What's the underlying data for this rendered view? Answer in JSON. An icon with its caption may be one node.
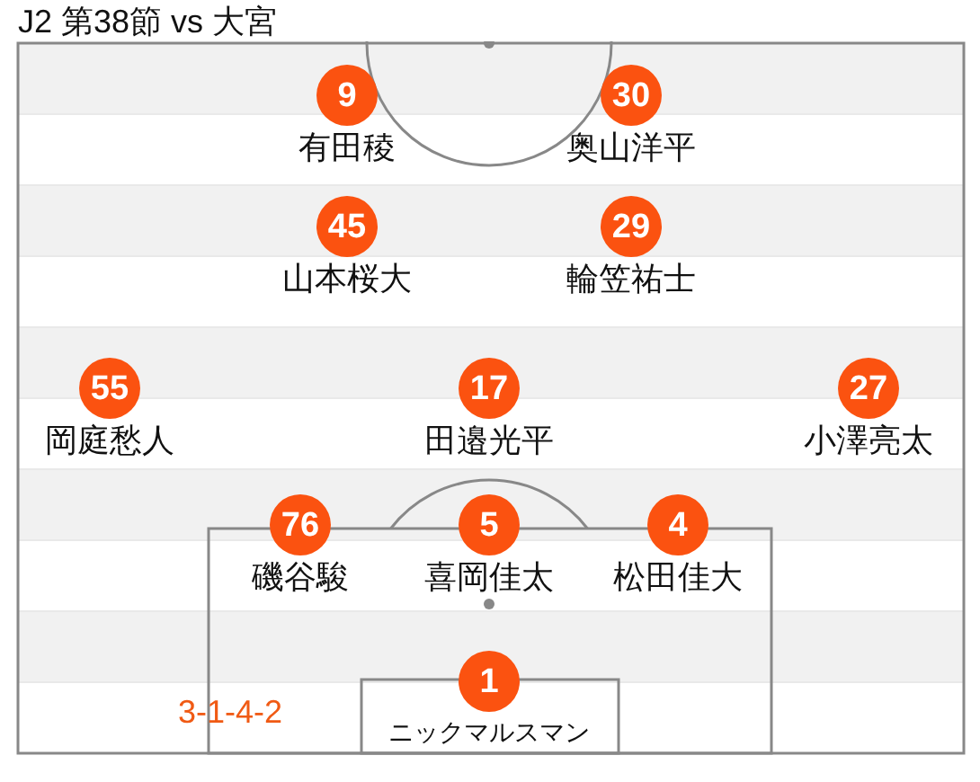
{
  "diagram": {
    "title": "J2 第38節 vs 大宮",
    "nodes": [
      {
        "text": [
          "9"
        ],
        "beside": [
          "有田稜"
        ]
      },
      {
        "text": [
          "30"
        ],
        "beside": [
          "奥山洋平"
        ]
      },
      {
        "text": [
          "45"
        ],
        "beside": [
          "山本桜大"
        ]
      },
      {
        "text": [
          "29"
        ],
        "beside": [
          "輪笠祐士"
        ]
      },
      {
        "text": [
          "55"
        ],
        "beside": [
          "岡庭愁人"
        ]
      },
      {
        "text": [
          "17"
        ],
        "beside": [
          "田邉光平"
        ]
      },
      {
        "text": [
          "27"
        ],
        "beside": [
          "小澤亮太"
        ]
      },
      {
        "text": [
          "76"
        ],
        "beside": [
          "磯谷駿"
        ]
      },
      {
        "text": [
          "5"
        ],
        "beside": [
          "喜岡佳太"
        ]
      },
      {
        "text": [
          "4"
        ],
        "beside": [
          "松田佳大"
        ]
      },
      {
        "text": [
          "1"
        ],
        "beside": [
          "ニックマルスマン"
        ]
      }
    ],
    "labels": [
      "3-1-4-2"
    ]
  }
}
